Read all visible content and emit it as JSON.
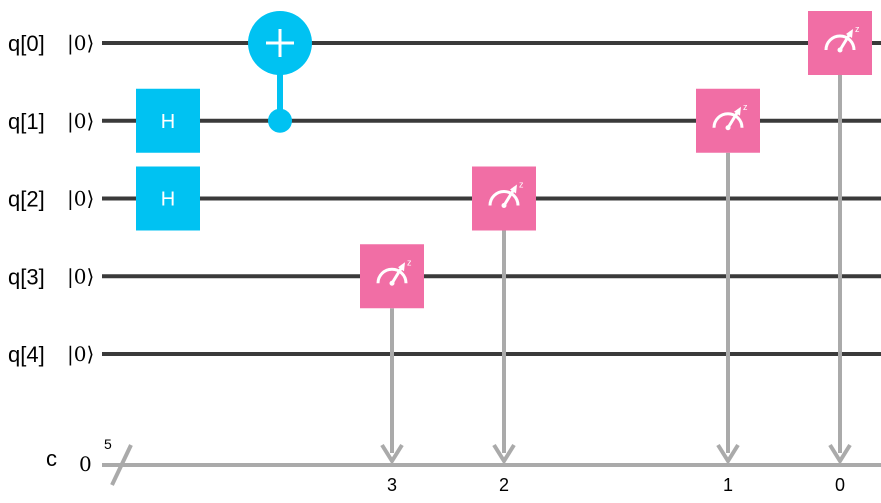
{
  "qubits": [
    {
      "label": "q[0]",
      "init": "|0⟩"
    },
    {
      "label": "q[1]",
      "init": "|0⟩"
    },
    {
      "label": "q[2]",
      "init": "|0⟩"
    },
    {
      "label": "q[3]",
      "init": "|0⟩"
    },
    {
      "label": "q[4]",
      "init": "|0⟩"
    }
  ],
  "classical": {
    "label": "c",
    "init": "0",
    "bits": "5"
  },
  "gates": [
    {
      "type": "H",
      "label": "H",
      "qubit": 1,
      "column": 1
    },
    {
      "type": "H",
      "label": "H",
      "qubit": 2,
      "column": 1
    },
    {
      "type": "CX",
      "control": 1,
      "target": 0,
      "column": 2
    },
    {
      "type": "MEASURE",
      "qubit": 3,
      "bit": 3,
      "bit_label": "3",
      "column": 3,
      "basis": "z"
    },
    {
      "type": "MEASURE",
      "qubit": 2,
      "bit": 2,
      "bit_label": "2",
      "column": 4,
      "basis": "z"
    },
    {
      "type": "MEASURE",
      "qubit": 1,
      "bit": 1,
      "bit_label": "1",
      "column": 6,
      "basis": "z"
    },
    {
      "type": "MEASURE",
      "qubit": 0,
      "bit": 0,
      "bit_label": "0",
      "column": 7,
      "basis": "z"
    }
  ],
  "colors": {
    "wire": "#3a3a3a",
    "classical_wire": "#aaaaaa",
    "hadamard": "#00c2f2",
    "cnot": "#00c2f2",
    "measure": "#f16ea5"
  }
}
